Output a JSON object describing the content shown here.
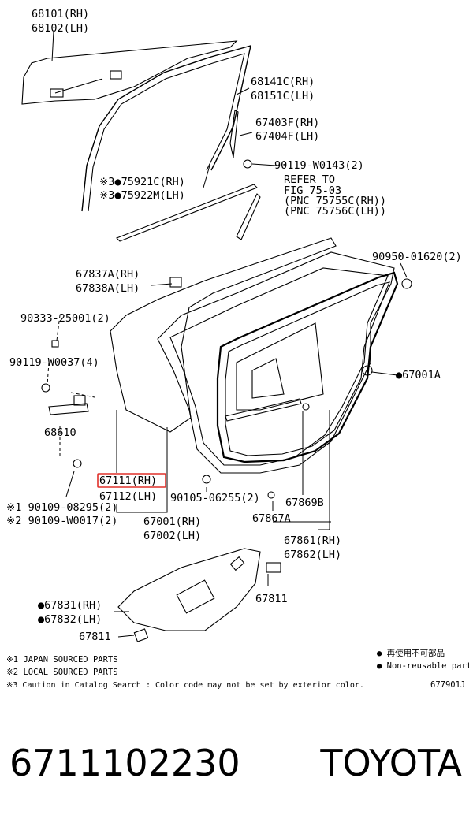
{
  "diagram": {
    "labels": {
      "glass_rh": "68101(RH)",
      "glass_lh": "68102(LH)",
      "run_rh": "68141C(RH)",
      "run_lh": "68151C(LH)",
      "frame_rh": "67403F(RH)",
      "frame_lh": "67404F(LH)",
      "screw_top": "90119-W0143(2)",
      "mould_rh": "※3●75921C(RH)",
      "mould_lh": "※3●75922M(LH)",
      "refer_1": "REFER TO",
      "refer_2": "FIG 75-03",
      "refer_3": "(PNC 75755C(RH))",
      "refer_4": "(PNC 75756C(LH))",
      "clip_top_right": "90950-01620(2)",
      "cushion_rh": "67837A(RH)",
      "cushion_lh": "67838A(LH)",
      "plug_left": "90333-25001(2)",
      "bolt_left": "90119-W0037(4)",
      "check_assy": "68610",
      "seal_right": "●67001A",
      "panel_rh": "67111(RH)",
      "panel_lh": "67112(LH)",
      "bolt_bottom_left_1": "※1 90109-08295(2)",
      "bolt_bottom_left_2": "※2 90109-W0017(2)",
      "screw_bottom": "90105-06255(2)",
      "door_rh": "67001(RH)",
      "door_lh": "67002(LH)",
      "seal_b": "67869B",
      "seal_a": "67867A",
      "weather_rh": "67861(RH)",
      "weather_lh": "67862(LH)",
      "cover_rh": "●67831(RH)",
      "cover_lh": "●67832(LH)",
      "pad_right": "67811",
      "pad_left": "67811"
    },
    "notes": {
      "note1": "※1 JAPAN SOURCED PARTS",
      "note2": "※2 LOCAL SOURCED PARTS",
      "note3": "※3 Caution in Catalog Search : Color code may not be set by exterior color.",
      "legend_jp": "● 再使用不可部品",
      "legend_en": "● Non-reusable part",
      "figure_code": "677901J"
    },
    "highlight_color": "#e0302a"
  },
  "footer": {
    "part_number": "6711102230",
    "brand": "TOYOTA"
  }
}
